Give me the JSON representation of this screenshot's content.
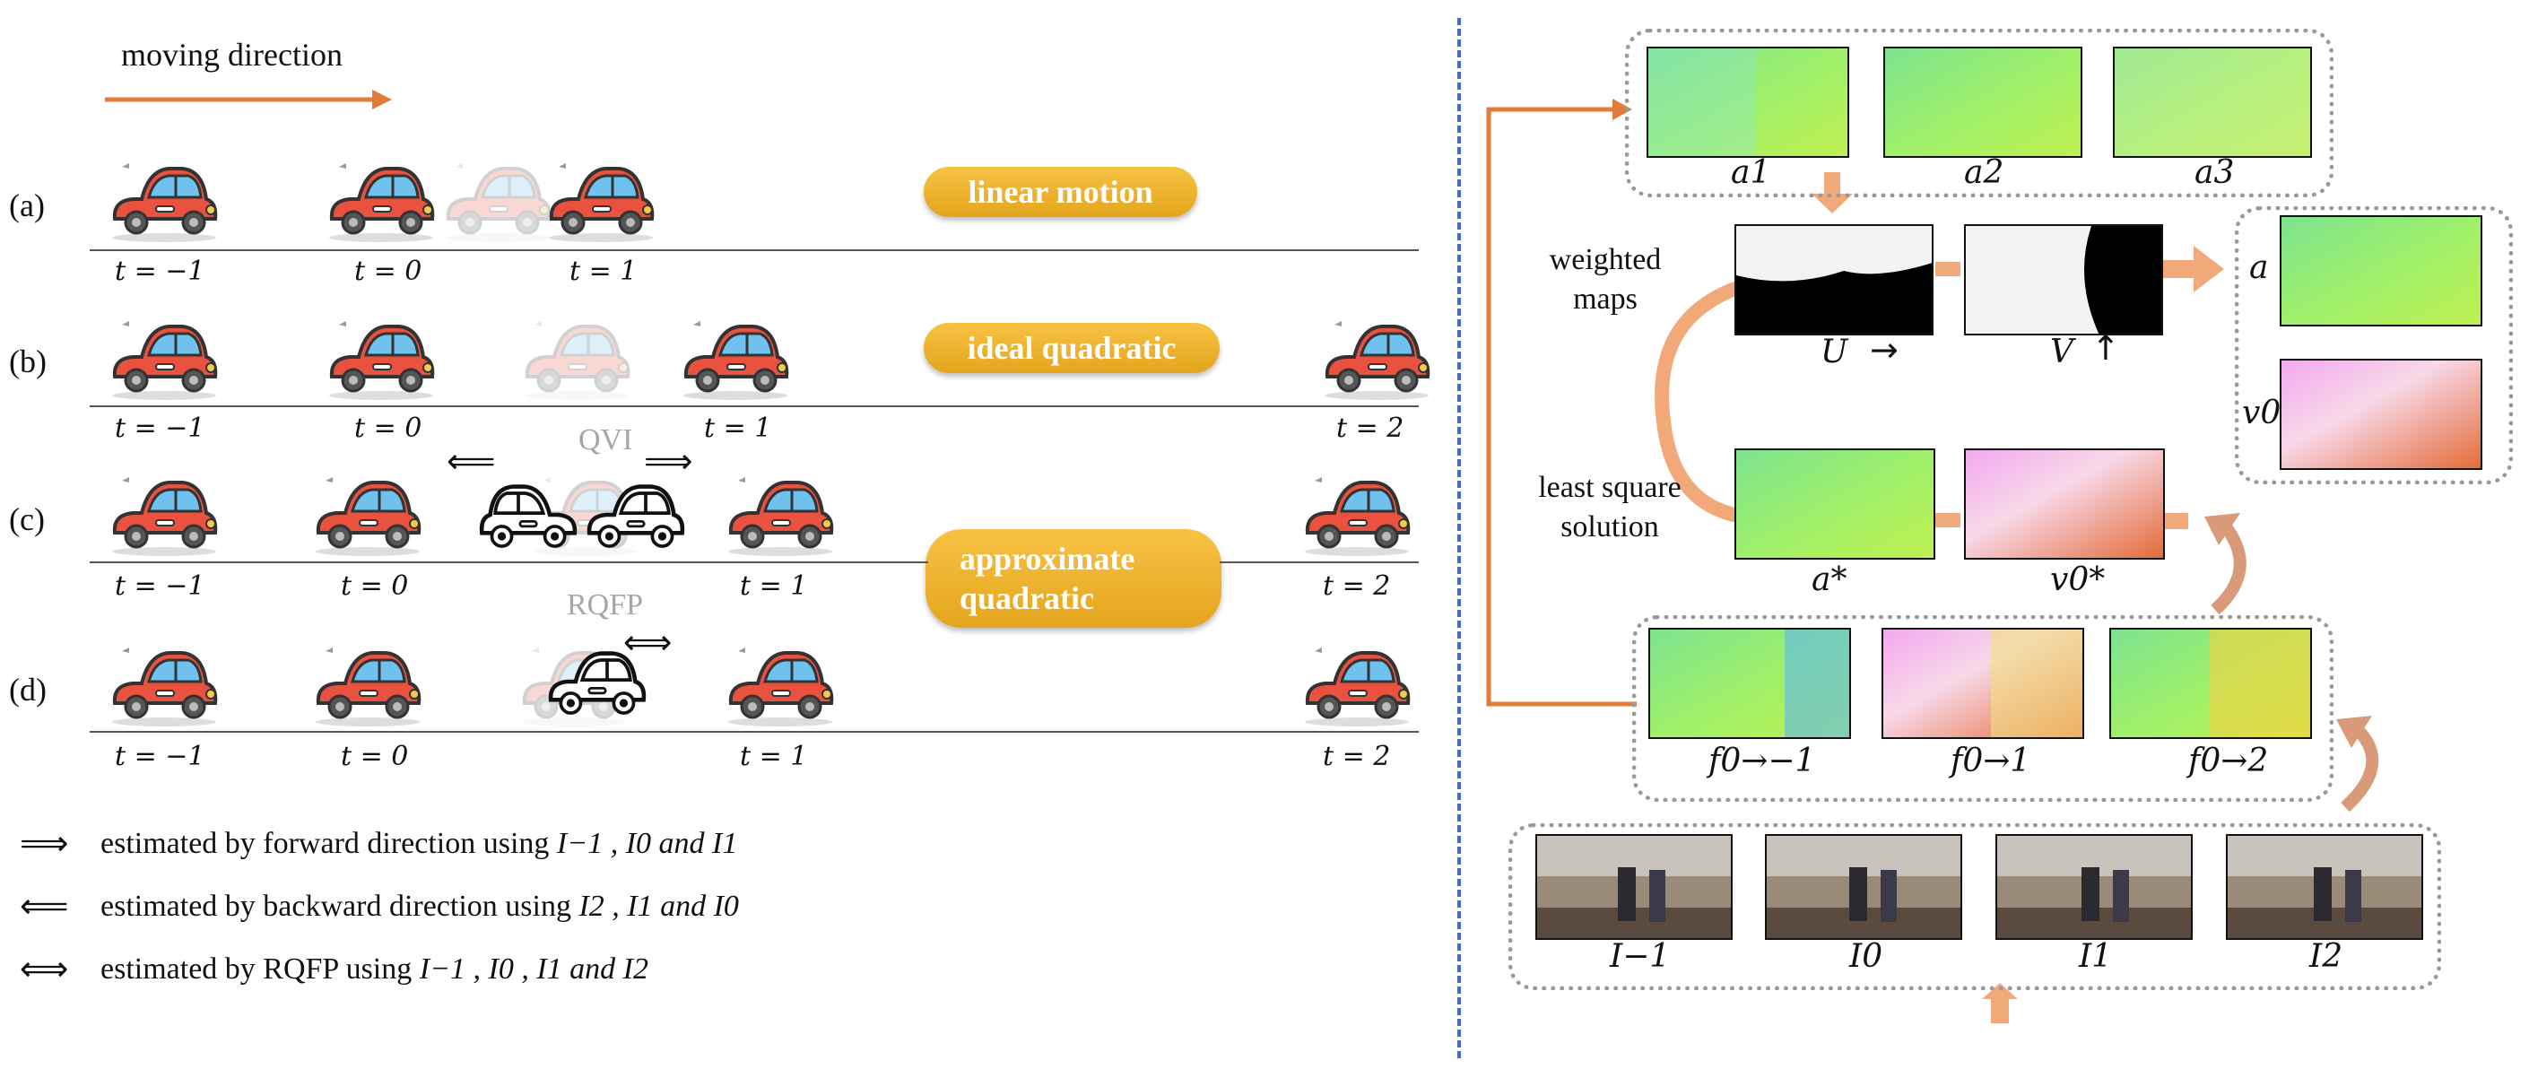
{
  "left": {
    "moving_direction_label": "moving direction",
    "rows": [
      {
        "label": "(a)",
        "pill": "linear motion",
        "times": [
          "t = −1",
          "t = 0",
          "t = 1"
        ]
      },
      {
        "label": "(b)",
        "pill": "ideal quadratic",
        "times": [
          "t = −1",
          "t = 0",
          "t = 1",
          "t = 2"
        ]
      },
      {
        "label": "(c)",
        "pill_line1": "approximate",
        "pill_line2": "quadratic",
        "tag": "QVI",
        "times": [
          "t = −1",
          "t = 0",
          "t = 1",
          "t = 2"
        ]
      },
      {
        "label": "(d)",
        "tag": "RQFP",
        "times": [
          "t = −1",
          "t = 0",
          "t = 1",
          "t = 2"
        ]
      }
    ],
    "legend": [
      {
        "symbol": "⟹",
        "text": "estimated by forward direction using",
        "vars": "I−1 , I0 and I1"
      },
      {
        "symbol": "⟸",
        "text": "estimated by backward direction using",
        "vars": "I2 , I1 and I0"
      },
      {
        "symbol": "⟺",
        "text": "estimated by RQFP using",
        "vars": "I−1 , I0 , I1 and I2"
      }
    ]
  },
  "right": {
    "top_row": [
      "a1",
      "a2",
      "a3"
    ],
    "weighted_maps_label": "weighted\nmaps",
    "weighted_maps": [
      {
        "label": "U",
        "arrow": "→"
      },
      {
        "label": "V",
        "arrow": "↑"
      }
    ],
    "output": [
      {
        "label": "a"
      },
      {
        "label": "v0"
      }
    ],
    "least_square_label": "least square\nsolution",
    "solution": [
      "a*",
      "v0*"
    ],
    "flows": [
      "f0→−1",
      "f0→1",
      "f0→2"
    ],
    "frames": [
      "I−1",
      "I0",
      "I1",
      "I2"
    ]
  },
  "colors": {
    "accent_orange": "#e07b39",
    "light_orange": "#f2a97a",
    "divider_blue": "#3b6fd1",
    "pill_gold": "#f0b432",
    "box_gray": "#9a9a9a"
  }
}
